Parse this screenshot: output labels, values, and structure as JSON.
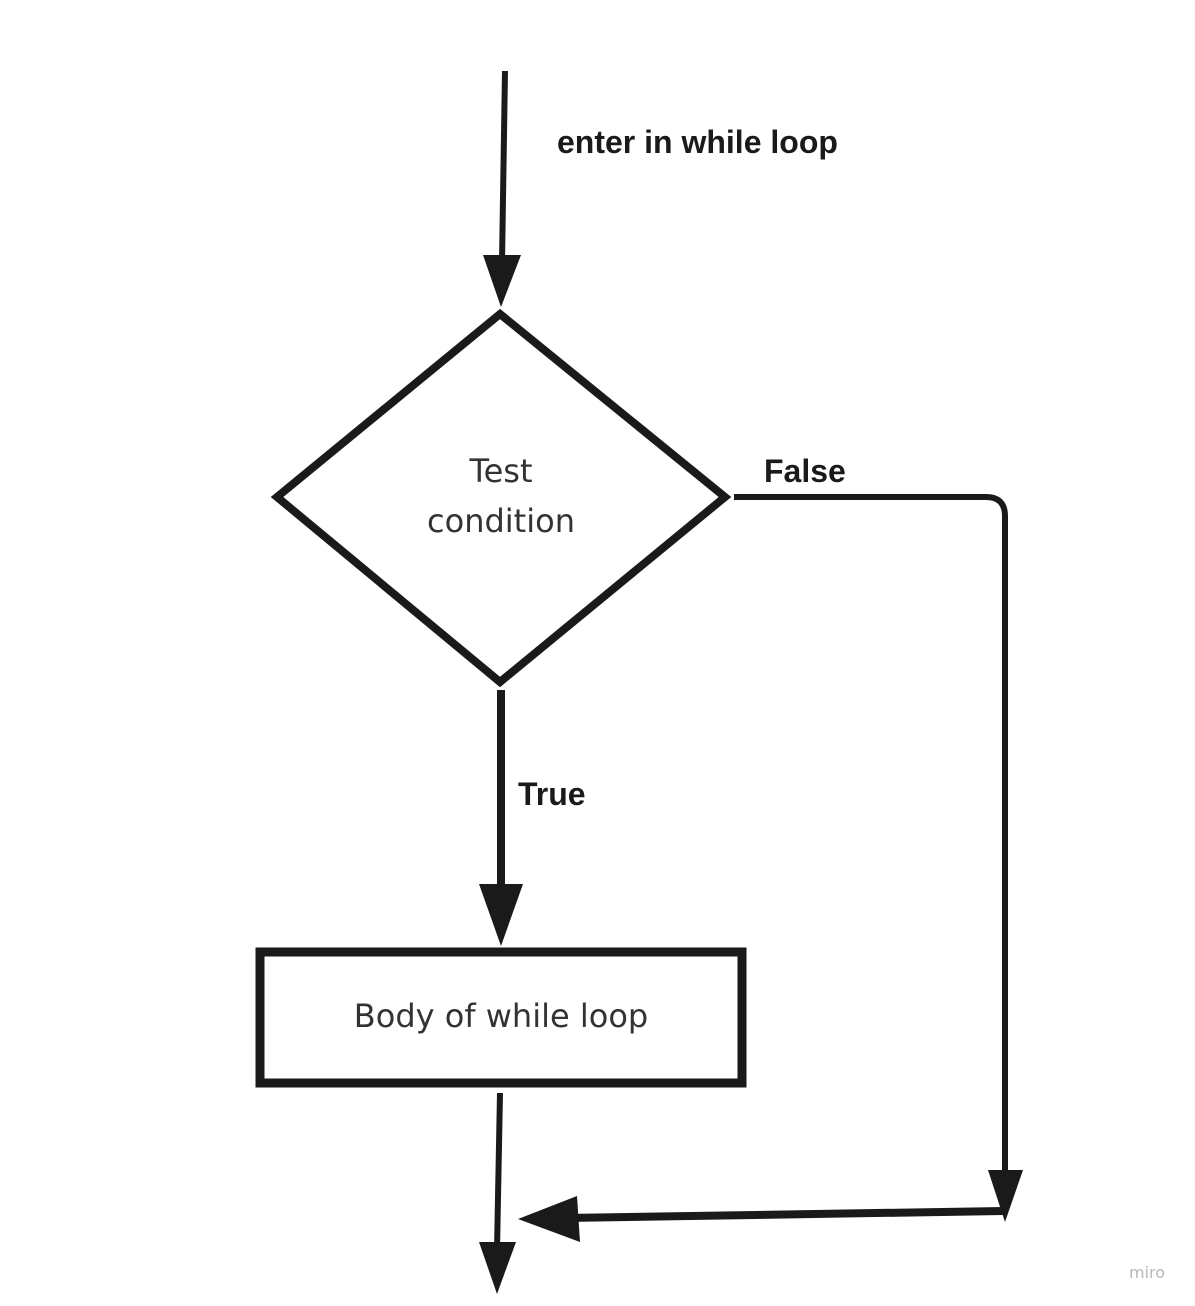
{
  "diagram": {
    "entry_label": "enter in while loop",
    "decision": {
      "line1": "Test",
      "line2": "condition"
    },
    "true_label": "True",
    "false_label": "False",
    "body_label": "Body of while loop"
  },
  "branding": {
    "watermark": "miro"
  },
  "colors": {
    "stroke": "#1a1a1a",
    "node_text": "#333333",
    "background": "#ffffff",
    "watermark": "#b8b8b8"
  }
}
